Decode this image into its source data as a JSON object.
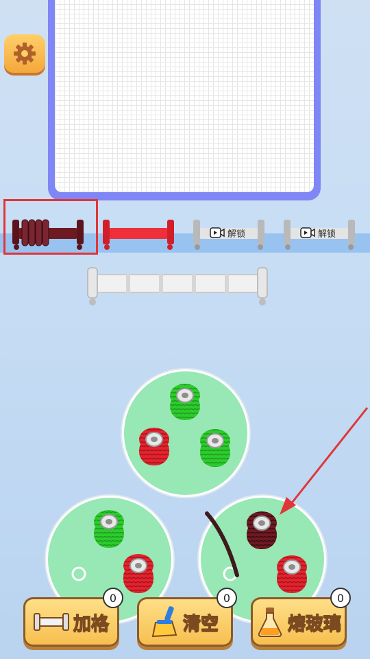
{
  "lock_text": "解锁",
  "buttons": {
    "add_slot": {
      "label": "加格",
      "count": "0"
    },
    "clear": {
      "label": "清空",
      "count": "0"
    },
    "melt_glass": {
      "label": "熔玻璃",
      "count": "0"
    }
  },
  "colors": {
    "board_border": "#7f86f5",
    "selected_outline": "#e0363a",
    "dark_red_yarn": "#6e1a22",
    "red_yarn": "#e3232e",
    "green_yarn": "#2ecb2e",
    "disc": "#97e8b4",
    "button": "#f6be4d"
  },
  "icons": {
    "settings": "gear-icon",
    "video": "video-play-icon",
    "add_slot": "spool-rack-icon",
    "clear": "broom-icon",
    "melt_glass": "potion-flask-icon",
    "hint": "red-arrow"
  }
}
